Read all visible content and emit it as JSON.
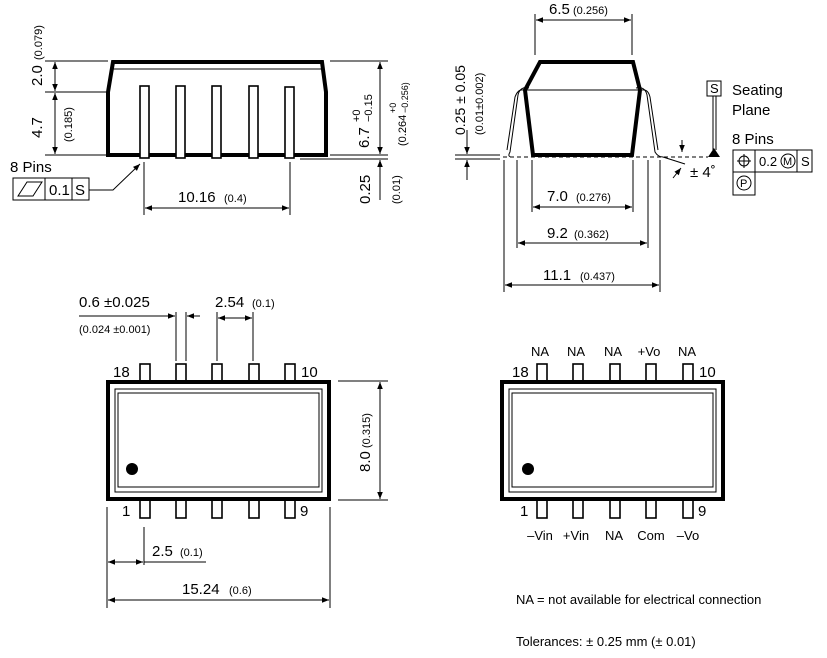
{
  "side_view": {
    "dim_top": "2.0",
    "dim_top_in": "(0.079)",
    "dim_body": "4.7",
    "dim_body_in": "(0.185)",
    "dim_height": "6.7",
    "dim_height_tol_plus": "+0",
    "dim_height_tol_minus": "−0.15",
    "dim_height_in": "(0.264",
    "dim_height_in_plus": "+0",
    "dim_height_in_minus": "−0.256)",
    "dim_standoff": "0.25",
    "dim_standoff_in": "(0.01)",
    "dim_pitch_span": "10.16",
    "dim_pitch_span_in": "(0.4)",
    "pins_label": "8 Pins",
    "flatness_value": "0.1",
    "flatness_datum": "S"
  },
  "end_view": {
    "dim_top_width": "6.5",
    "dim_top_width_in": "(0.256)",
    "dim_lead": "0.25 ± 0.05",
    "dim_lead_in": "(0.01±0.002)",
    "dim_body_width": "7.0",
    "dim_body_width_in": "(0.276)",
    "dim_lead_span": "9.2",
    "dim_lead_span_in": "(0.362)",
    "dim_total": "11.1",
    "dim_total_in": "(0.437)",
    "angle": "± 4˚",
    "datum": "S",
    "seating_1": "Seating",
    "seating_2": "Plane",
    "pins_label": "8 Pins",
    "position_value": "0.2",
    "position_mod": "M",
    "position_datum": "S",
    "projected": "P"
  },
  "top_view": {
    "pin_width": "0.6 ±0.025",
    "pin_width_in": "(0.024 ±0.001)",
    "pitch": "2.54",
    "pitch_in": "(0.1)",
    "pin_18": "18",
    "pin_10": "10",
    "pin_1": "1",
    "pin_9": "9",
    "dim_width": "8.0",
    "dim_width_in": "(0.315)",
    "dim_offset": "2.5",
    "dim_offset_in": "(0.1)",
    "dim_length": "15.24",
    "dim_length_in": "(0.6)"
  },
  "pinout_view": {
    "top_labels": [
      "NA",
      "NA",
      "NA",
      "+Vo",
      "NA"
    ],
    "bottom_labels": [
      "–Vin",
      "+Vin",
      "NA",
      "Com",
      "–Vo"
    ],
    "pin_18": "18",
    "pin_10": "10",
    "pin_1": "1",
    "pin_9": "9"
  },
  "notes": {
    "na_note": "NA = not available for electrical connection",
    "tolerances": "Tolerances: ± 0.25 mm (± 0.01)"
  }
}
